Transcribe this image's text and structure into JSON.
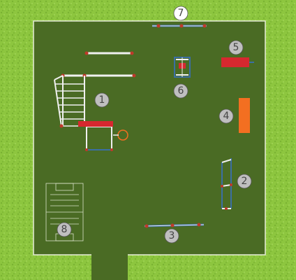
{
  "colors": {
    "grass": "#8dc63f",
    "field": "#4a6b24",
    "field_border": "#e6ecd8",
    "metal_white": "#f0f0f0",
    "metal_blue": "#3b6fa3",
    "joint_red": "#c0392b",
    "bench_red": "#d6282f",
    "bench_orange": "#f36f21",
    "marker_fill": "#bfbfbf",
    "marker_fill_top": "#ffffff",
    "marker_stroke": "#555555",
    "marker_text": "#333333"
  },
  "markers": [
    {
      "id": "1",
      "label": "1"
    },
    {
      "id": "2",
      "label": "2"
    },
    {
      "id": "3",
      "label": "3"
    },
    {
      "id": "4",
      "label": "4"
    },
    {
      "id": "5",
      "label": "5"
    },
    {
      "id": "6",
      "label": "6"
    },
    {
      "id": "7",
      "label": "7"
    },
    {
      "id": "8",
      "label": "8"
    }
  ]
}
